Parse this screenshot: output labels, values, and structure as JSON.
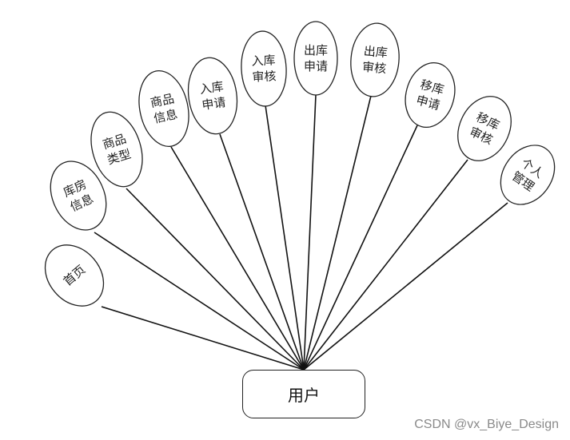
{
  "diagram": {
    "root": "用户",
    "branches": [
      {
        "lines": [
          "首页"
        ]
      },
      {
        "lines": [
          "库房",
          "信息"
        ]
      },
      {
        "lines": [
          "商品",
          "类型"
        ]
      },
      {
        "lines": [
          "商品",
          "信息"
        ]
      },
      {
        "lines": [
          "入库",
          "申请"
        ]
      },
      {
        "lines": [
          "入库",
          "审核"
        ]
      },
      {
        "lines": [
          "出库",
          "申请"
        ]
      },
      {
        "lines": [
          "出库",
          "审核"
        ]
      },
      {
        "lines": [
          "移库",
          "申请"
        ]
      },
      {
        "lines": [
          "移库",
          "审核"
        ]
      },
      {
        "lines": [
          "个人",
          "管理"
        ]
      }
    ]
  },
  "watermark": "CSDN @vx_Biye_Design"
}
